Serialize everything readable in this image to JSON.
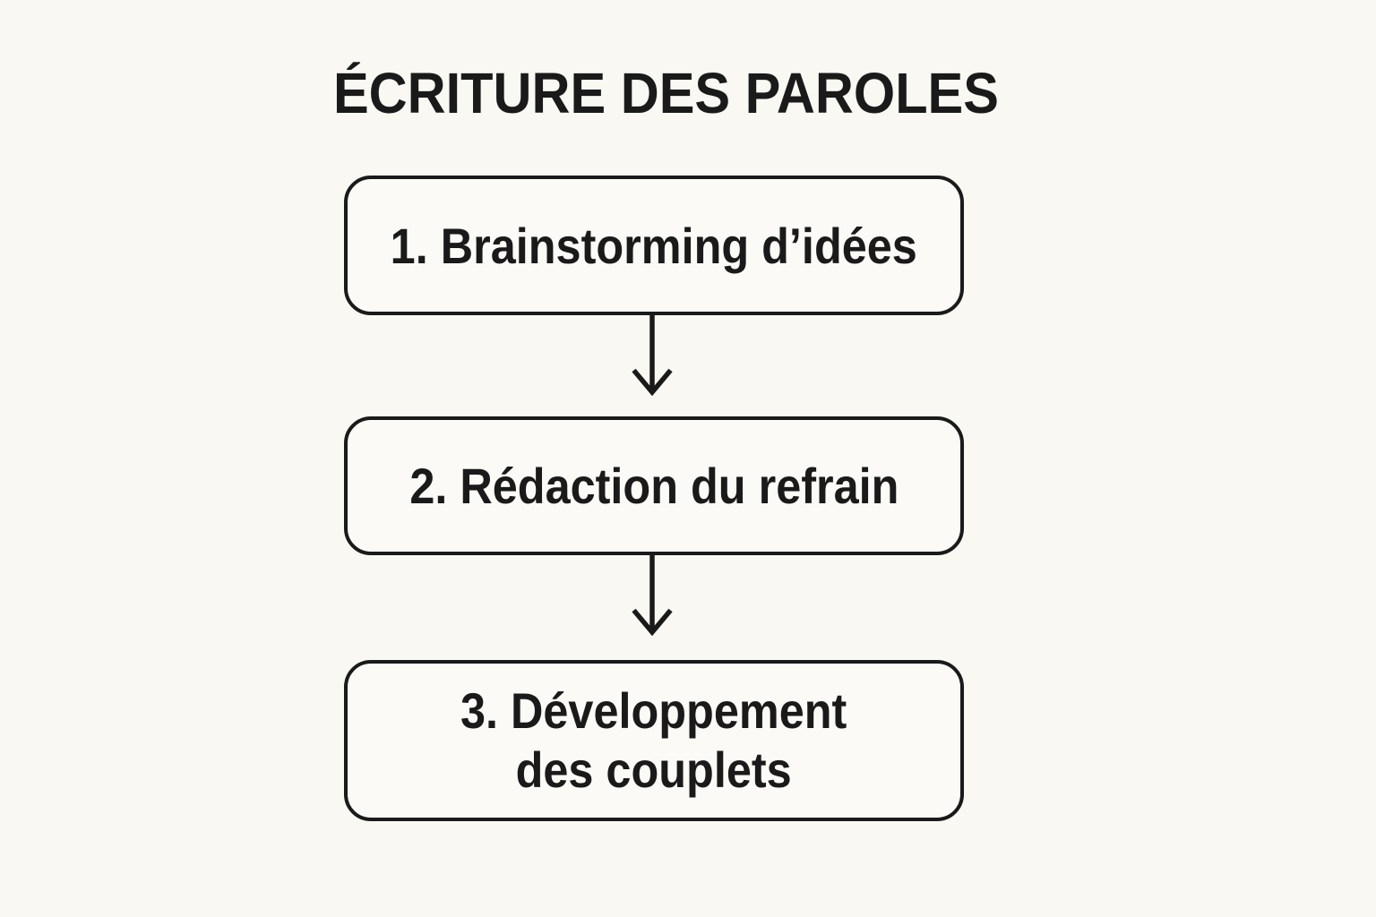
{
  "title": "ÉCRITURE DES PAROLES",
  "steps": [
    {
      "lines": [
        "1. Brainstorming d’idées"
      ]
    },
    {
      "lines": [
        "2. Rédaction du refrain"
      ]
    },
    {
      "lines": [
        "3. Développement",
        "des couplets"
      ]
    }
  ],
  "connectors": [
    {
      "from": "step-1",
      "to": "step-2",
      "icon": "arrow-down-icon"
    },
    {
      "from": "step-2",
      "to": "step-3",
      "icon": "arrow-down-icon"
    }
  ],
  "colors": {
    "bg": "#f9f8f2",
    "box-fill": "#fbfaf6",
    "ink": "#1a1a1a"
  }
}
